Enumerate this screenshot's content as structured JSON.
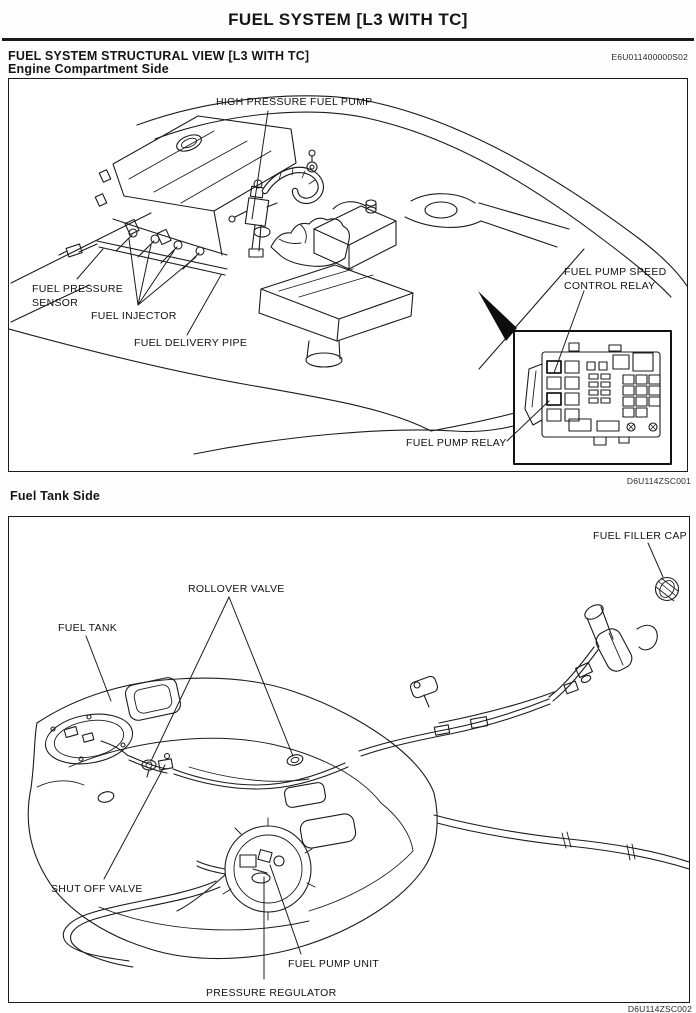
{
  "page": {
    "title": "FUEL SYSTEM [L3 WITH TC]"
  },
  "section": {
    "heading": "FUEL SYSTEM STRUCTURAL VIEW [L3 WITH TC]",
    "code": "E6U011400000S02"
  },
  "engine_figure": {
    "heading": "Engine Compartment Side",
    "code": "D6U114ZSC001",
    "labels": {
      "high_pressure_fuel_pump": "HIGH PRESSURE FUEL PUMP",
      "fuel_pressure_sensor": "FUEL PRESSURE SENSOR",
      "fuel_injector": "FUEL INJECTOR",
      "fuel_delivery_pipe": "FUEL DELIVERY PIPE",
      "fuel_pump_speed_control_relay": "FUEL PUMP SPEED CONTROL RELAY",
      "fuel_pump_relay": "FUEL PUMP RELAY"
    }
  },
  "tank_figure": {
    "heading": "Fuel Tank Side",
    "code": "D6U114ZSC002",
    "labels": {
      "fuel_filler_cap": "FUEL FILLER CAP",
      "rollover_valve": "ROLLOVER VALVE",
      "fuel_tank": "FUEL TANK",
      "shut_off_valve": "SHUT OFF VALVE",
      "fuel_pump_unit": "FUEL PUMP UNIT",
      "pressure_regulator": "PRESSURE REGULATOR"
    }
  }
}
